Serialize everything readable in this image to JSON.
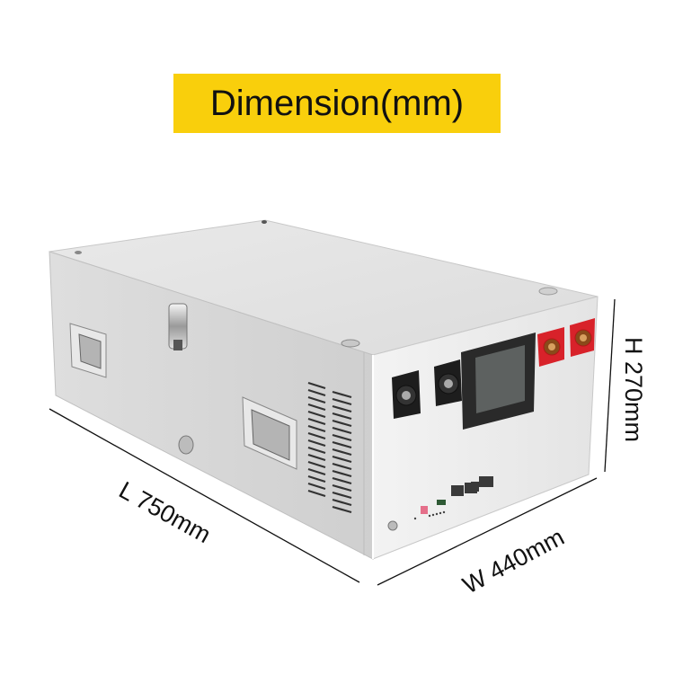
{
  "title": "Dimension(mm)",
  "colors": {
    "banner": "#f9cf0c",
    "text": "#111111",
    "case_top": "#e6e6e6",
    "case_side": "#d9d9d9",
    "case_front": "#eeeeee",
    "terminal_red": "#d8222a",
    "display_bezel": "#2a2a2a",
    "display_screen": "#5d6160"
  },
  "dimensions": {
    "length": {
      "label": "L 750mm",
      "value": 750,
      "unit": "mm"
    },
    "width": {
      "label": "W 440mm",
      "value": 440,
      "unit": "mm"
    },
    "height": {
      "label": "H 270mm",
      "value": 270,
      "unit": "mm"
    }
  },
  "product": {
    "type": "battery-enclosure",
    "front_panel": {
      "connectors_black": 2,
      "terminals_red": 2,
      "display": "lcd-touchscreen",
      "rj45_ports": 4,
      "dip_switch": 1,
      "leds": 6
    },
    "side_handles": 2,
    "latches": 2
  }
}
